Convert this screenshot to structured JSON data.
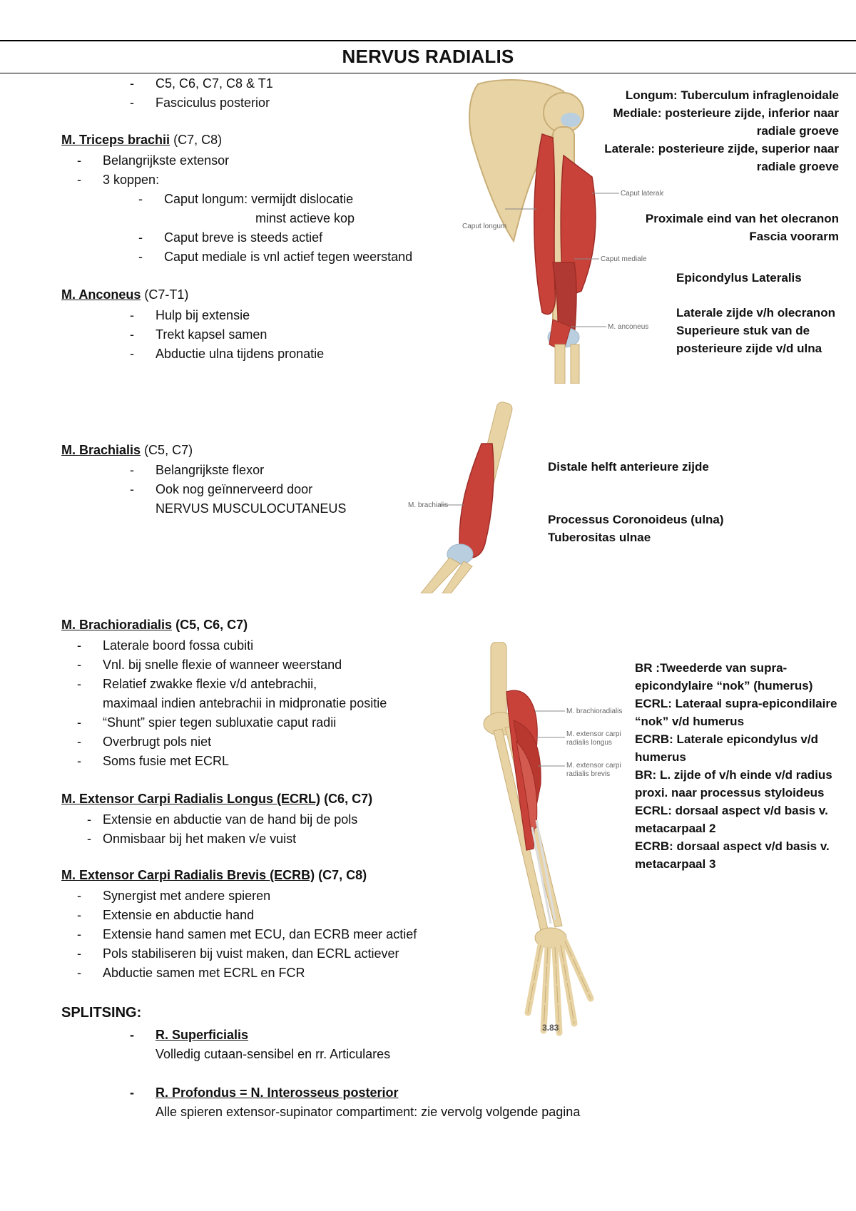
{
  "title": "NERVUS RADIALIS",
  "intro": [
    "C5, C6, C7, C8 & T1",
    "Fasciculus posterior"
  ],
  "triceps": {
    "name": "M. Triceps brachii",
    "roots": "(C7, C8)",
    "items": [
      "Belangrijkste extensor",
      "3 koppen:"
    ],
    "sub": [
      "Caput longum: vermijdt dislocatie",
      "Caput breve is steeds actief",
      "Caput mediale is vnl actief tegen weerstand"
    ],
    "sub_cont": "minst actieve kop",
    "origin": [
      "Longum: Tuberculum infraglenoidale",
      "Mediale: posterieure zijde, inferior naar",
      "radiale groeve",
      "Laterale: posterieure zijde, superior naar",
      "radiale groeve"
    ],
    "insertion": [
      "Proximale eind van het olecranon",
      "Fascia voorarm"
    ],
    "fig_labels": [
      "Caput laterale",
      "Caput longum",
      "Caput mediale",
      "M. anconeus"
    ]
  },
  "anconeus": {
    "name": "M. Anconeus",
    "roots": "(C7-T1)",
    "items": [
      "Hulp bij extensie",
      "Trekt kapsel samen",
      "Abductie ulna tijdens pronatie"
    ],
    "origin": "Epicondylus Lateralis",
    "insertion": [
      "Laterale zijde v/h olecranon",
      "Superieure stuk van de",
      "posterieure zijde v/d ulna"
    ]
  },
  "brachialis": {
    "name": "M. Brachialis",
    "roots": "(C5, C7)",
    "items": [
      "Belangrijkste flexor",
      "Ook nog geïnnerveerd door"
    ],
    "item_cont": "NERVUS MUSCULOCUTANEUS",
    "origin": "Distale helft anterieure zijde",
    "insertion": [
      "Processus Coronoideus (ulna)",
      "Tuberositas ulnae"
    ],
    "fig_label": "M. brachialis"
  },
  "brachioradialis": {
    "name": "M. Brachioradialis",
    "roots": "(C5, C6, C7)",
    "items": [
      "Laterale boord fossa cubiti",
      "Vnl. bij snelle flexie of wanneer weerstand",
      "Relatief zwakke flexie v/d antebrachii,",
      "“Shunt” spier tegen subluxatie caput radii",
      "Overbrugt pols niet",
      "Soms fusie met ECRL"
    ],
    "item_cont": "maximaal indien antebrachii in midpronatie positie"
  },
  "ecrl": {
    "name": "M. Extensor Carpi Radialis Longus (ECRL)",
    "roots": "(C6, C7)",
    "items": [
      "Extensie en abductie van de hand bij de pols",
      "Onmisbaar bij het maken v/e vuist"
    ]
  },
  "ecrb": {
    "name": "M. Extensor Carpi Radialis Brevis (ECRB)",
    "roots": "(C7, C8)",
    "items": [
      "Synergist met andere spieren",
      "Extensie en abductie hand",
      "Extensie hand samen met ECU, dan ECRB meer actief",
      "Pols stabiliseren bij vuist maken, dan ECRL actiever",
      "Abductie samen met ECRL en FCR"
    ]
  },
  "forearm_notes": [
    "BR :Tweederde van supra-",
    "epicondylaire “nok” (humerus)",
    "ECRL: Lateraal supra-epicondilaire",
    "“nok” v/d humerus",
    "ECRB: Laterale epicondylus v/d",
    "humerus",
    "BR: L. zijde of v/h einde v/d radius",
    "proxi. naar processus styloideus",
    "ECRL: dorsaal aspect v/d basis v.",
    "metacarpaal 2",
    "ECRB: dorsaal aspect v/d basis v.",
    "metacarpaal 3"
  ],
  "forearm_fig": {
    "labels": [
      "M. brachioradialis",
      "M. extensor carpi",
      "radialis longus",
      "M. extensor carpi",
      "radialis brevis"
    ],
    "number": "3.83"
  },
  "splitsing": {
    "heading": "SPLITSING:",
    "branches": [
      {
        "name": "R. Superficialis",
        "desc": "Volledig cutaan-sensibel en rr. Articulares"
      },
      {
        "name": "R. Profondus = N. Interosseus posterior",
        "desc": "Alle spieren extensor-supinator compartiment: zie vervolg volgende pagina"
      }
    ]
  },
  "colors": {
    "muscle": "#c8423a",
    "muscle_dark": "#9e2c26",
    "bone": "#e8d3a4",
    "bone_dark": "#c9ae78",
    "cartilage": "#b9cfe0"
  }
}
